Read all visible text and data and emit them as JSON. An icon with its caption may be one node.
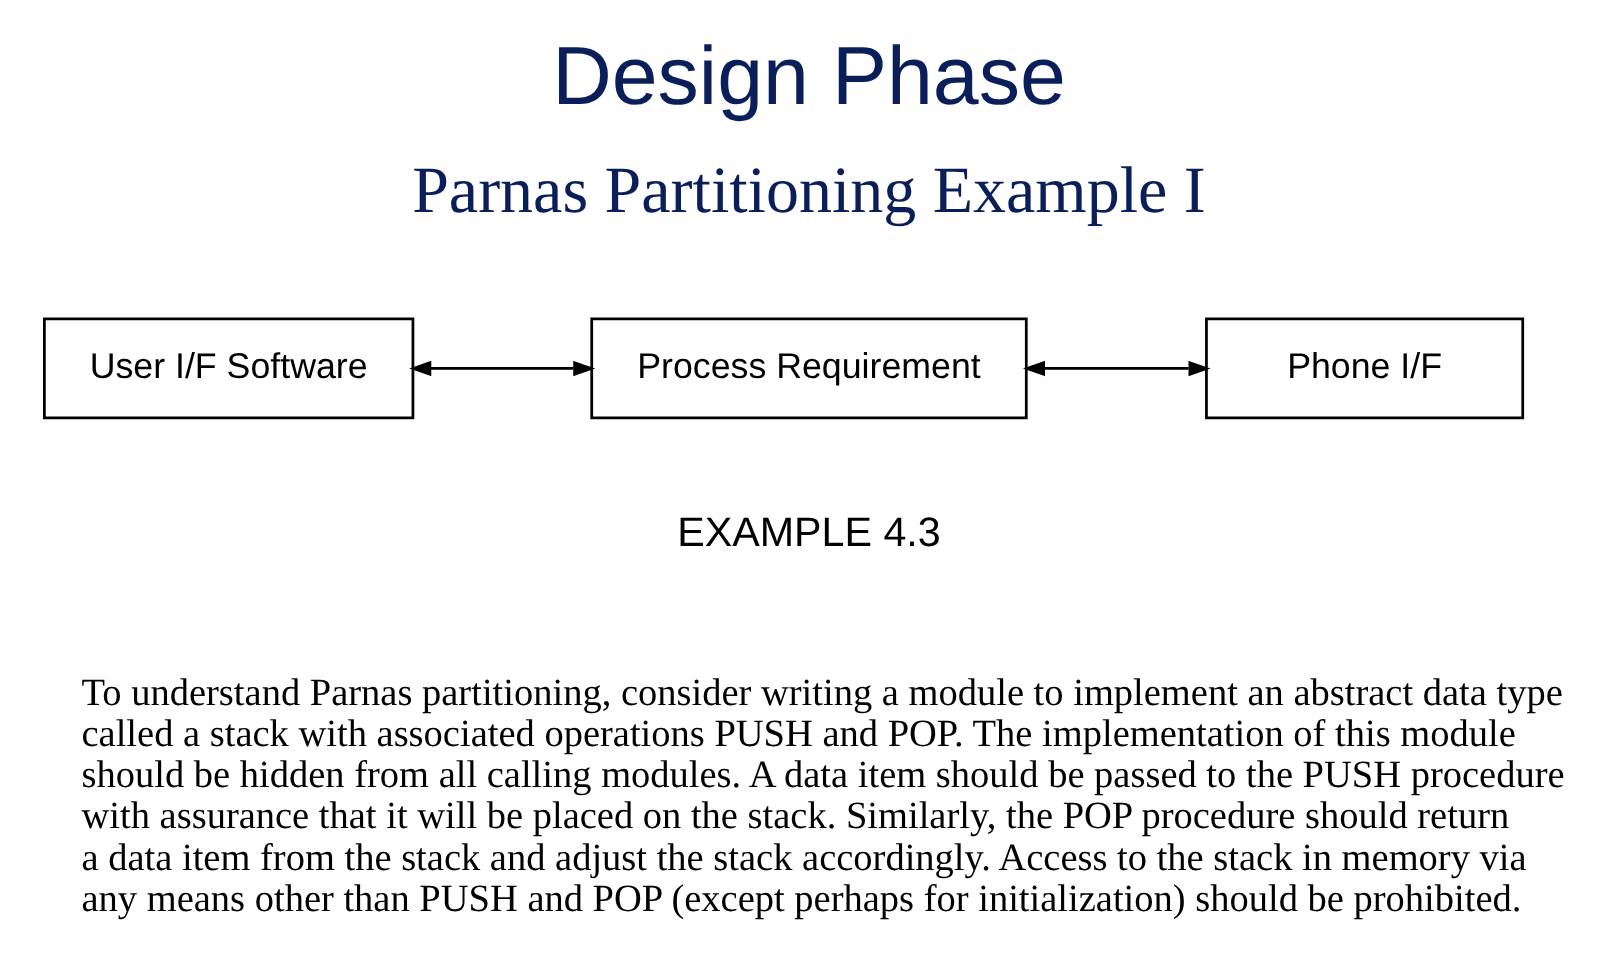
{
  "diagram": {
    "title": "Design Phase",
    "nodes": [
      {
        "text": [
          "User I/F Software"
        ]
      },
      {
        "text": [
          "Process Requirement"
        ]
      },
      {
        "text": [
          "Phone I/F"
        ]
      }
    ],
    "edges": [
      {
        "from": 0,
        "to": 1,
        "arrow": "both"
      },
      {
        "from": 1,
        "to": 2,
        "arrow": "both"
      }
    ],
    "labels": [
      "Parnas Partitioning Example I",
      "EXAMPLE 4.3",
      "To understand Parnas partitioning, consider writing a module to implement an abstract data type called a stack with associated operations PUSH and POP. The implementation of this module should be hidden from all calling modules. A data item should be passed to the PUSH procedure with assurance that it will be placed on the stack. Similarly, the POP procedure should return a data item from the stack and adjust the stack accordingly. Access to the stack in memory via any means other than PUSH and POP (except perhaps for initialization) should be prohibited."
    ]
  }
}
